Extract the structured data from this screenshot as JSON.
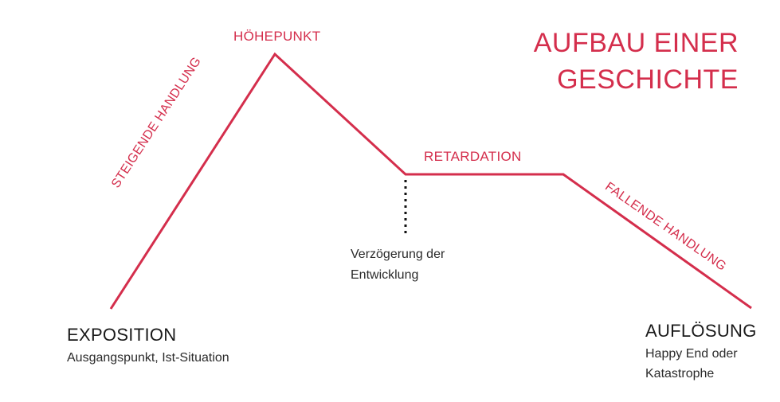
{
  "title": {
    "line1": "AUFBAU EINER",
    "line2": "GESCHICHTE"
  },
  "labels": {
    "climax": "HÖHEPUNKT",
    "rising": "STEIGENDE HANDLUNG",
    "retardation": "RETARDATION",
    "falling": "FALLENDE HANDLUNG",
    "delay_line1": "Verzögerung der",
    "delay_line2": "Entwicklung"
  },
  "stages": {
    "exposition": {
      "name": "EXPOSITION",
      "desc": "Ausgangspunkt, Ist-Situation"
    },
    "resolution": {
      "name": "AUFLÖSUNG",
      "desc_line1": "Happy End oder",
      "desc_line2": "Katastrophe"
    }
  },
  "colors": {
    "accent": "#d42e4c",
    "text": "#1a1a1a"
  }
}
